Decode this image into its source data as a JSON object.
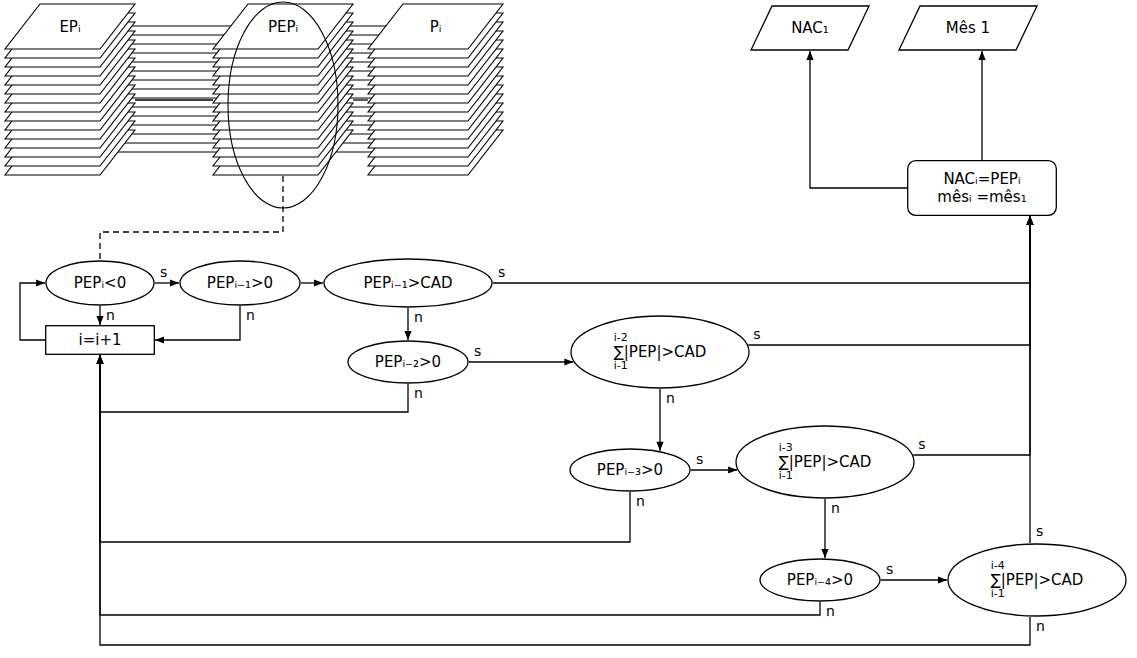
{
  "diagram": {
    "nodes": [
      {
        "text": [
          "EPᵢ"
        ]
      },
      {
        "text": [
          "PEPᵢ"
        ]
      },
      {
        "text": [
          "Pᵢ"
        ]
      },
      {
        "text": [
          "NAC₁"
        ]
      },
      {
        "text": [
          "Mês 1"
        ]
      },
      {
        "text": [
          "NACᵢ=PEPᵢ",
          "mêsᵢ =mês₁"
        ]
      },
      {
        "text": [
          "PEPᵢ<0"
        ]
      },
      {
        "text": [
          "PEPᵢ₋₁>0"
        ]
      },
      {
        "text": [
          "PEPᵢ₋₁>CAD"
        ]
      },
      {
        "text": [
          "i=i+1"
        ]
      },
      {
        "text": [
          "PEPᵢ₋₂>0"
        ]
      },
      {
        "text": [
          "i-2",
          "∑|PEP|>CAD",
          "i-1"
        ]
      },
      {
        "text": [
          "PEPᵢ₋₃>0"
        ]
      },
      {
        "text": [
          "i-3",
          "∑|PEP|>CAD",
          "i-1"
        ]
      },
      {
        "text": [
          "PEPᵢ₋₄>0"
        ]
      },
      {
        "text": [
          "i-4",
          "∑|PEP|>CAD",
          "i-1"
        ]
      }
    ],
    "edges": [
      {
        "from": 0,
        "to": 1,
        "arrow": "none"
      },
      {
        "from": 1,
        "to": 2,
        "arrow": "none"
      },
      {
        "from": 1,
        "to": 6,
        "arrow": "none"
      },
      {
        "from": 6,
        "to": 7,
        "label": "s",
        "arrow": "to"
      },
      {
        "from": 6,
        "to": 9,
        "label": "n",
        "arrow": "to"
      },
      {
        "from": 9,
        "to": 6,
        "arrow": "to"
      },
      {
        "from": 7,
        "to": 8,
        "arrow": "to"
      },
      {
        "from": 7,
        "to": 9,
        "label": "n",
        "arrow": "to"
      },
      {
        "from": 8,
        "to": 5,
        "label": "s",
        "arrow": "to"
      },
      {
        "from": 8,
        "to": 10,
        "label": "n",
        "arrow": "to"
      },
      {
        "from": 10,
        "to": 11,
        "label": "s",
        "arrow": "to"
      },
      {
        "from": 10,
        "to": 9,
        "label": "n",
        "arrow": "to"
      },
      {
        "from": 11,
        "to": 5,
        "label": "s",
        "arrow": "to"
      },
      {
        "from": 11,
        "to": 12,
        "label": "n",
        "arrow": "to"
      },
      {
        "from": 12,
        "to": 13,
        "label": "s",
        "arrow": "to"
      },
      {
        "from": 12,
        "to": 9,
        "label": "n",
        "arrow": "to"
      },
      {
        "from": 13,
        "to": 5,
        "label": "s",
        "arrow": "to"
      },
      {
        "from": 13,
        "to": 14,
        "label": "n",
        "arrow": "to"
      },
      {
        "from": 14,
        "to": 15,
        "label": "s",
        "arrow": "to"
      },
      {
        "from": 14,
        "to": 9,
        "label": "n",
        "arrow": "to"
      },
      {
        "from": 15,
        "to": 5,
        "label": "s",
        "arrow": "to"
      },
      {
        "from": 15,
        "to": 9,
        "label": "n",
        "arrow": "to"
      },
      {
        "from": 5,
        "to": 3,
        "arrow": "to"
      },
      {
        "from": 5,
        "to": 4,
        "arrow": "to"
      }
    ]
  }
}
